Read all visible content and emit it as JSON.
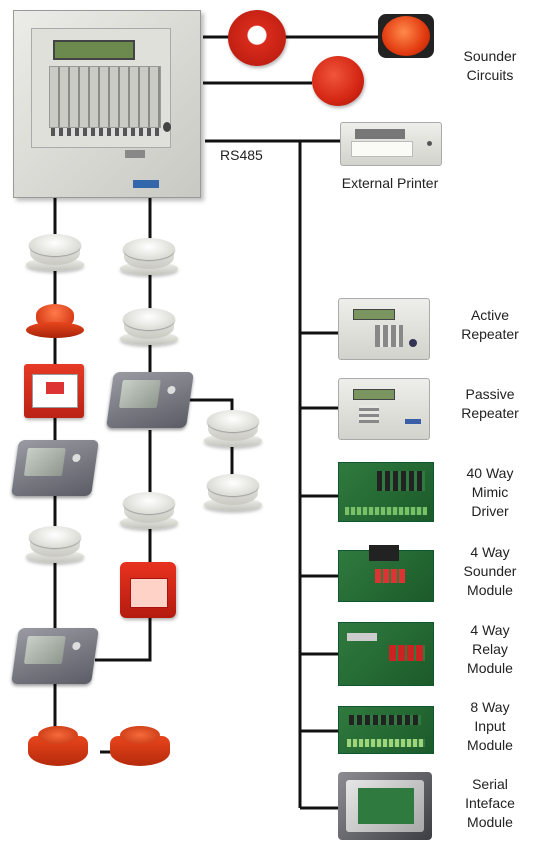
{
  "labels": {
    "sounder_circuits": [
      "Sounder",
      "Circuits"
    ],
    "rs485": "RS485",
    "external_printer": "External Printer",
    "active_repeater": [
      "Active",
      "Repeater"
    ],
    "passive_repeater": [
      "Passive",
      "Repeater"
    ],
    "mimic_driver": [
      "40 Way",
      "Mimic",
      "Driver"
    ],
    "sounder_module": [
      "4 Way",
      "Sounder",
      "Module"
    ],
    "relay_module": [
      "4 Way",
      "Relay",
      "Module"
    ],
    "input_module": [
      "8 Way",
      "Input",
      "Module"
    ],
    "serial_module": [
      "Serial",
      "Inteface",
      "Module"
    ]
  },
  "colors": {
    "wire": "#111111",
    "device_red": "#d9381e",
    "panel_grey": "#e3e3de",
    "pcb_green": "#2b6e38"
  },
  "icons": {
    "panel": "fire-alarm-control-panel",
    "detector": "smoke-detector",
    "callpoint": "manual-call-point",
    "module": "interface-module",
    "sounder": "sounder-beacon",
    "printer": "printer",
    "repeater": "repeater-panel",
    "board": "circuit-board"
  }
}
